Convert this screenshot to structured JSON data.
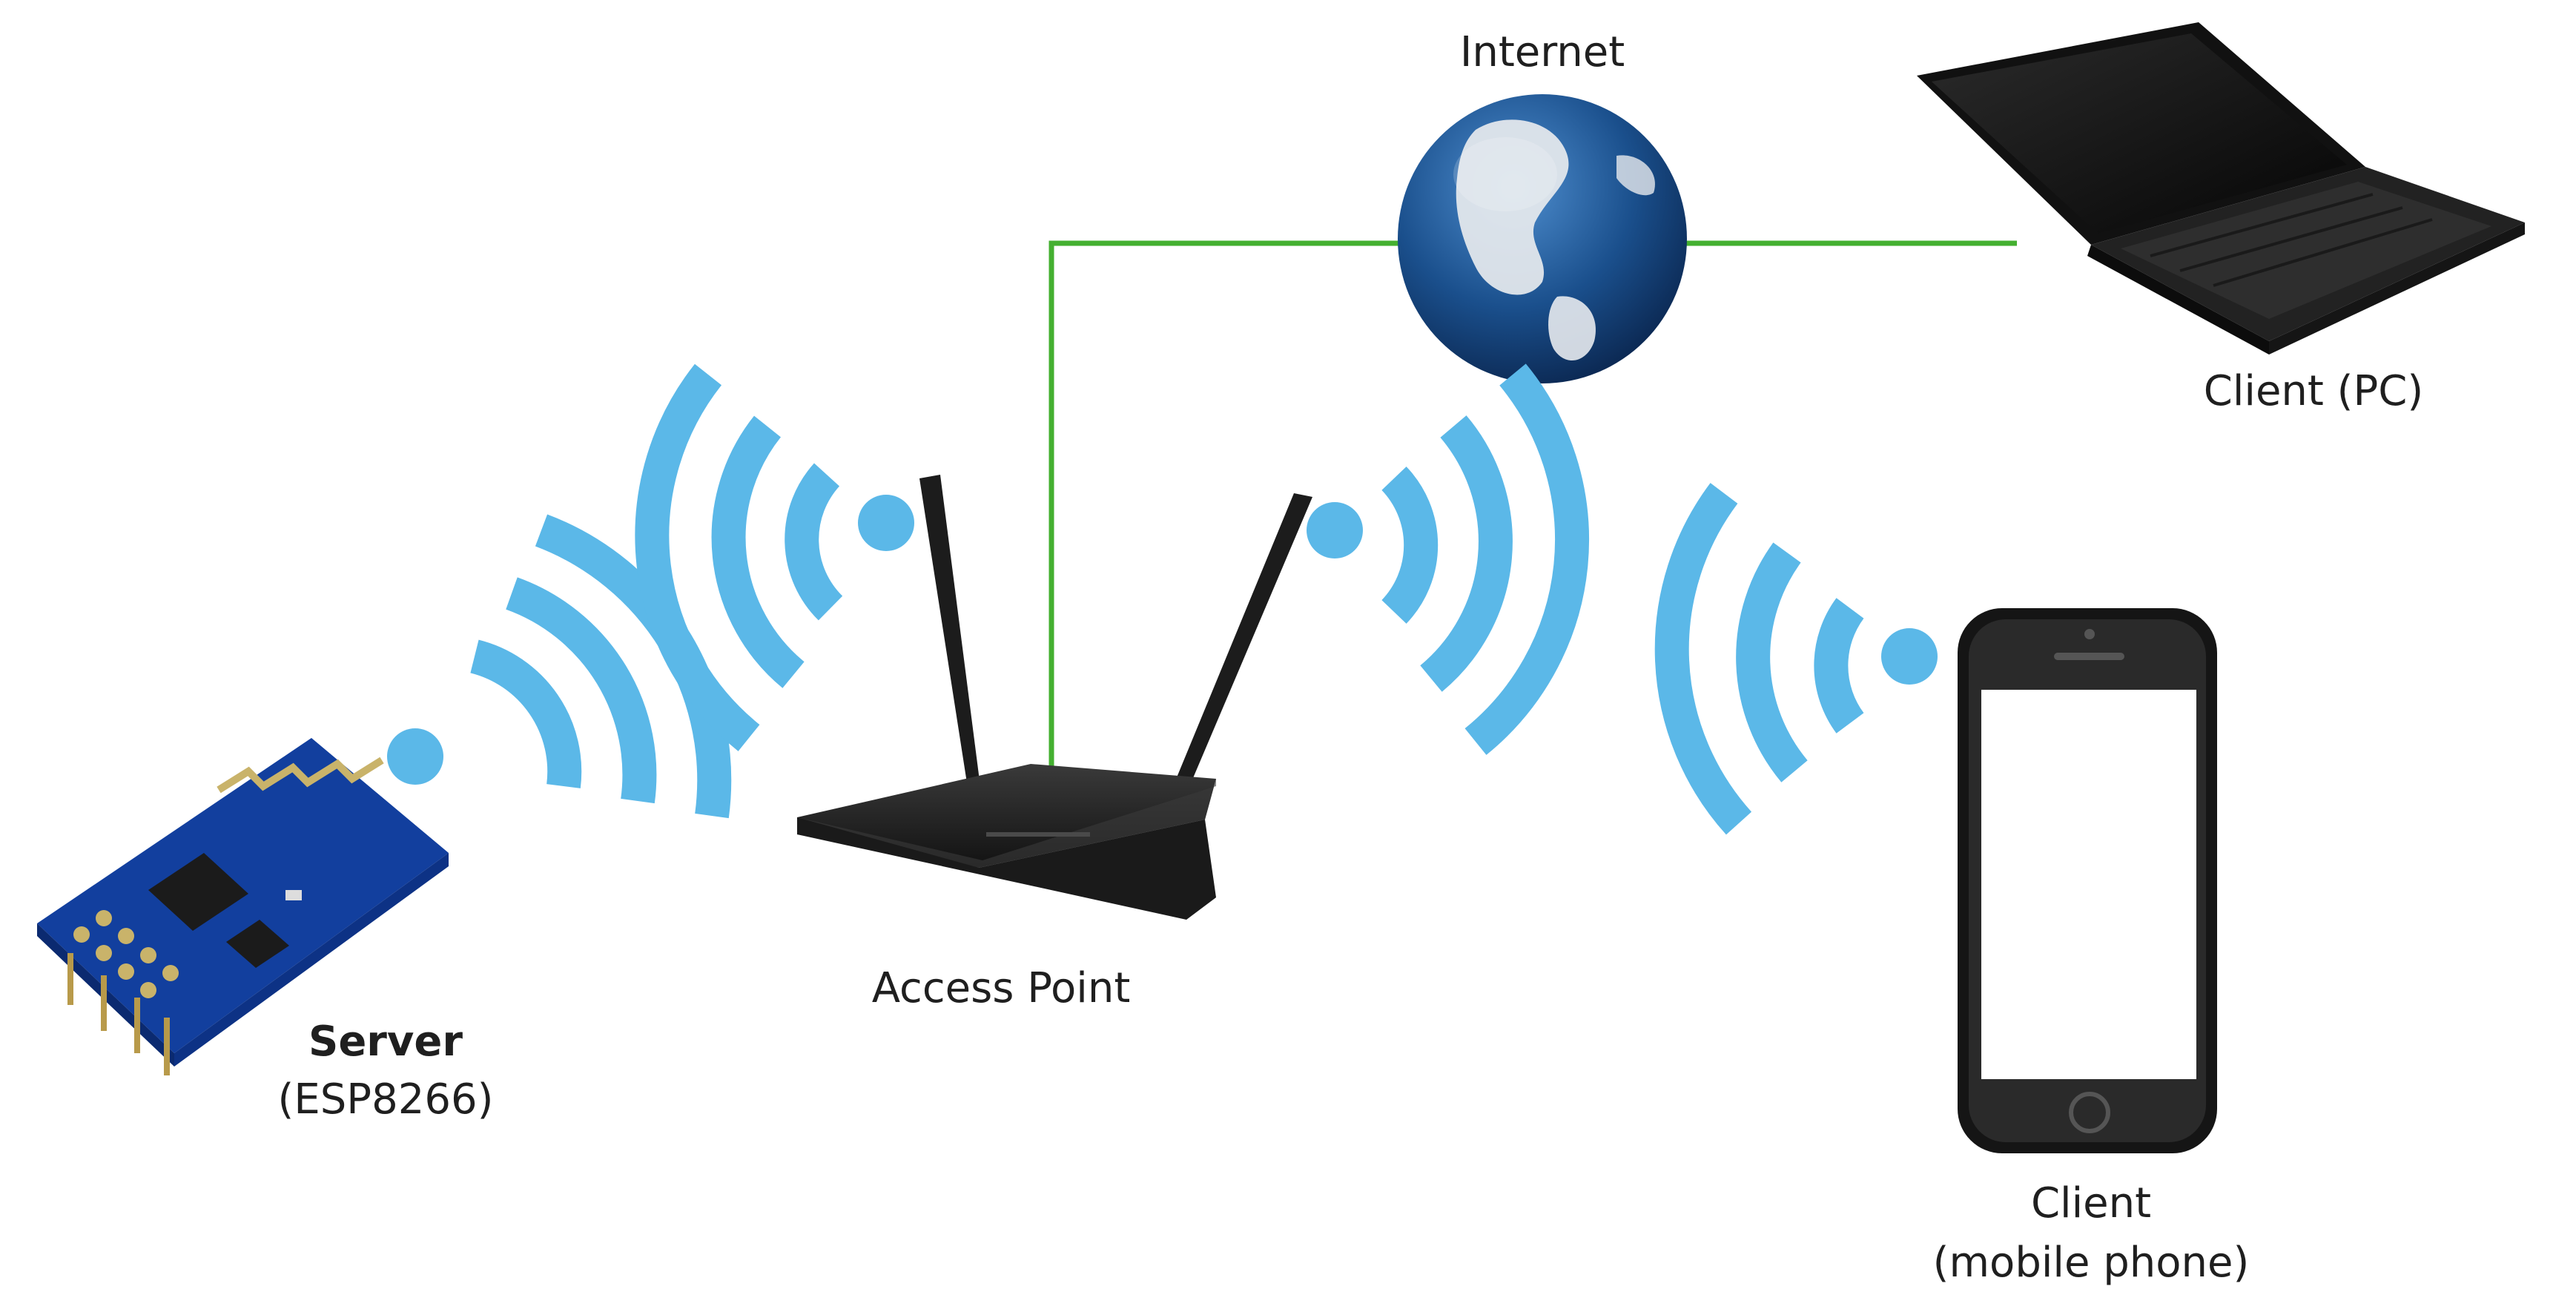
{
  "colors": {
    "wifi": "#5bb8e8",
    "link": "#44b030",
    "board": "#123f9e",
    "globe": "#1a4f8c",
    "device": "#1b1b1b"
  },
  "nodes": {
    "internet": {
      "label": "Internet"
    },
    "client_pc": {
      "label": "Client (PC)"
    },
    "access_point": {
      "label": "Access Point"
    },
    "server": {
      "label": "Server",
      "sublabel": "(ESP8266)"
    },
    "client_mobile": {
      "label": "Client",
      "sublabel": "(mobile phone)"
    }
  },
  "icons": [
    "globe-icon",
    "laptop-icon",
    "router-icon",
    "esp8266-board-icon",
    "smartphone-icon",
    "wifi-signal-icon"
  ]
}
